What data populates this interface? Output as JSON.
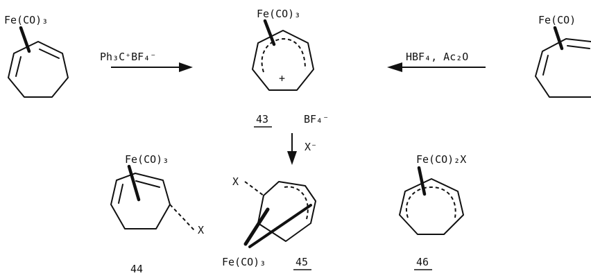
{
  "reagents": {
    "forward": "Ph₃C⁺BF₄⁻",
    "reverse": "HBF₄, Ac₂O",
    "nucleophile": "X⁻"
  },
  "complexes": {
    "start_left": {
      "ligand": "Fe(CO)₃"
    },
    "start_right": {
      "ligand": "Fe(CO)"
    },
    "cation": {
      "ligand": "Fe(CO)₃",
      "number": "43",
      "counterion": "BF₄⁻",
      "charge": "+"
    },
    "p44": {
      "ligand": "Fe(CO)₃",
      "number": "44",
      "substituent": "X"
    },
    "p45": {
      "ligand": "Fe(CO)₃",
      "number": "45",
      "substituent": "X"
    },
    "p46": {
      "ligand": "Fe(CO)₂X",
      "number": "46"
    }
  }
}
